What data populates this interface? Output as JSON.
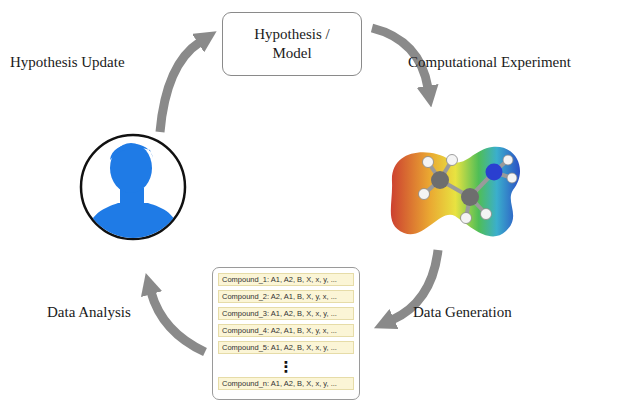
{
  "diagram": {
    "nodes": [
      {
        "text": [
          "Hypothesis / Model"
        ]
      },
      {
        "text": [
          "Compound_1: A1, A2, B, X, x, y, ...",
          "Compound_2: A2, A1, B, X, y, x, ...",
          "Compound_3: A1, A2, B, X, x, y, ...",
          "Compound_4: A2, A1, B, X, y, x, ...",
          "Compound_5: A1, A2, B, X, x, y, ...",
          "⋮",
          "Compound_n: A1, A2, B, X, x, y, ..."
        ]
      }
    ],
    "labels": [
      "Hypothesis Update",
      "Computational Experiment",
      "Data Analysis",
      "Data Generation"
    ]
  }
}
